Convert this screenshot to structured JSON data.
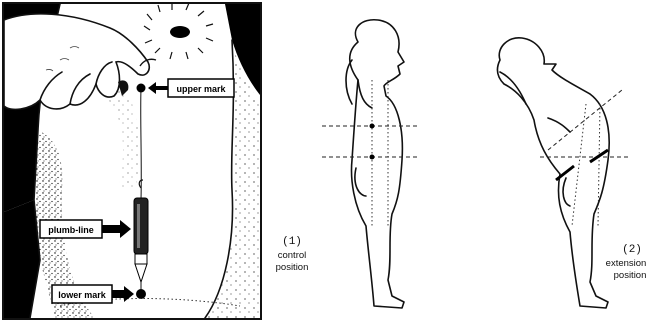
{
  "left_panel": {
    "labels": {
      "upper_mark": "upper mark",
      "plumb_line": "plumb-line",
      "lower_mark": "lower mark"
    }
  },
  "right_panel": {
    "control": {
      "number": "(1)",
      "line1": "control",
      "line2": "position"
    },
    "extension": {
      "number": "(2)",
      "line1": "extension",
      "line2": "position"
    }
  },
  "colors": {
    "ink": "#111111",
    "stipple": "#000000",
    "paper": "#ffffff"
  },
  "icons": [
    "arrow-pointer-icon",
    "plumb-bob-icon"
  ]
}
